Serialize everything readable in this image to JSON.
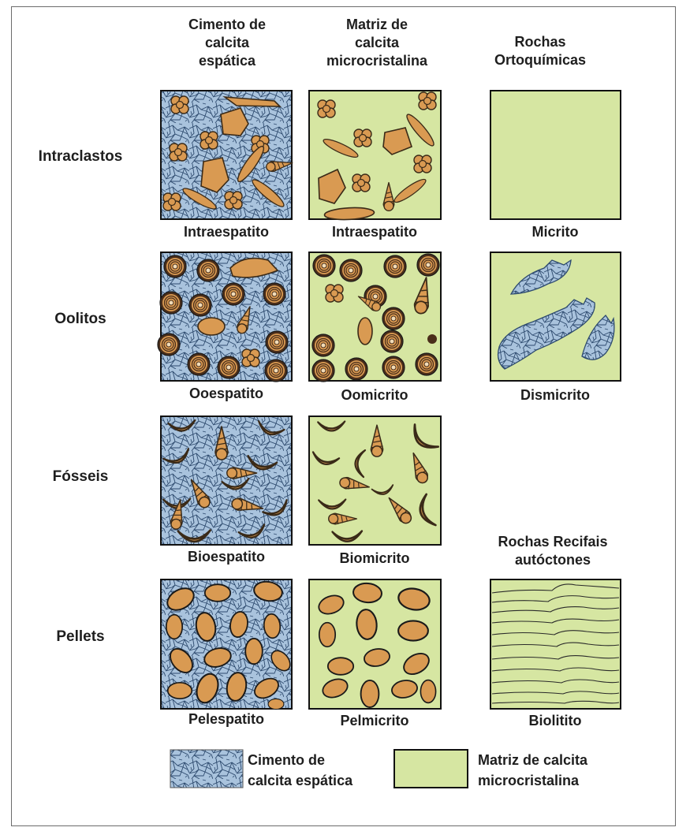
{
  "columns": {
    "sparite": "Cimento de\ncalcita\nespática",
    "micrite": "Matriz de\ncalcita\nmicrocristalina",
    "ortho": "Rochas\nOrtoquímicas"
  },
  "rows": {
    "intraclasts": "Intraclastos",
    "oolites": "Oolitos",
    "fossils": "Fósseis",
    "pellets": "Pellets"
  },
  "captions": {
    "intraespatito": "Intraespatito",
    "intraespatito_micrite": "Intraespatito",
    "micrito": "Micrito",
    "ooespatito": "Ooespatito",
    "oomicrito": "Oomicrito",
    "dismicrito": "Dismicrito",
    "bioespatito": "Bioespatito",
    "biomicrito": "Biomicrito",
    "pelespatito": "Pelespatito",
    "pelmicrito": "Pelmicrito",
    "biolitito": "Biolitito"
  },
  "reef_header": "Rochas Recifais\nautóctones",
  "legend": {
    "sparite": "Cimento de\ncalcita espática",
    "micrite": "Matriz de calcita\nmicrocristalina"
  },
  "colors": {
    "sparite_fill": "#a9c3dd",
    "micrite_fill": "#d6e6a2",
    "grain_fill": "#d99a52",
    "outline": "#1a1a1a"
  }
}
